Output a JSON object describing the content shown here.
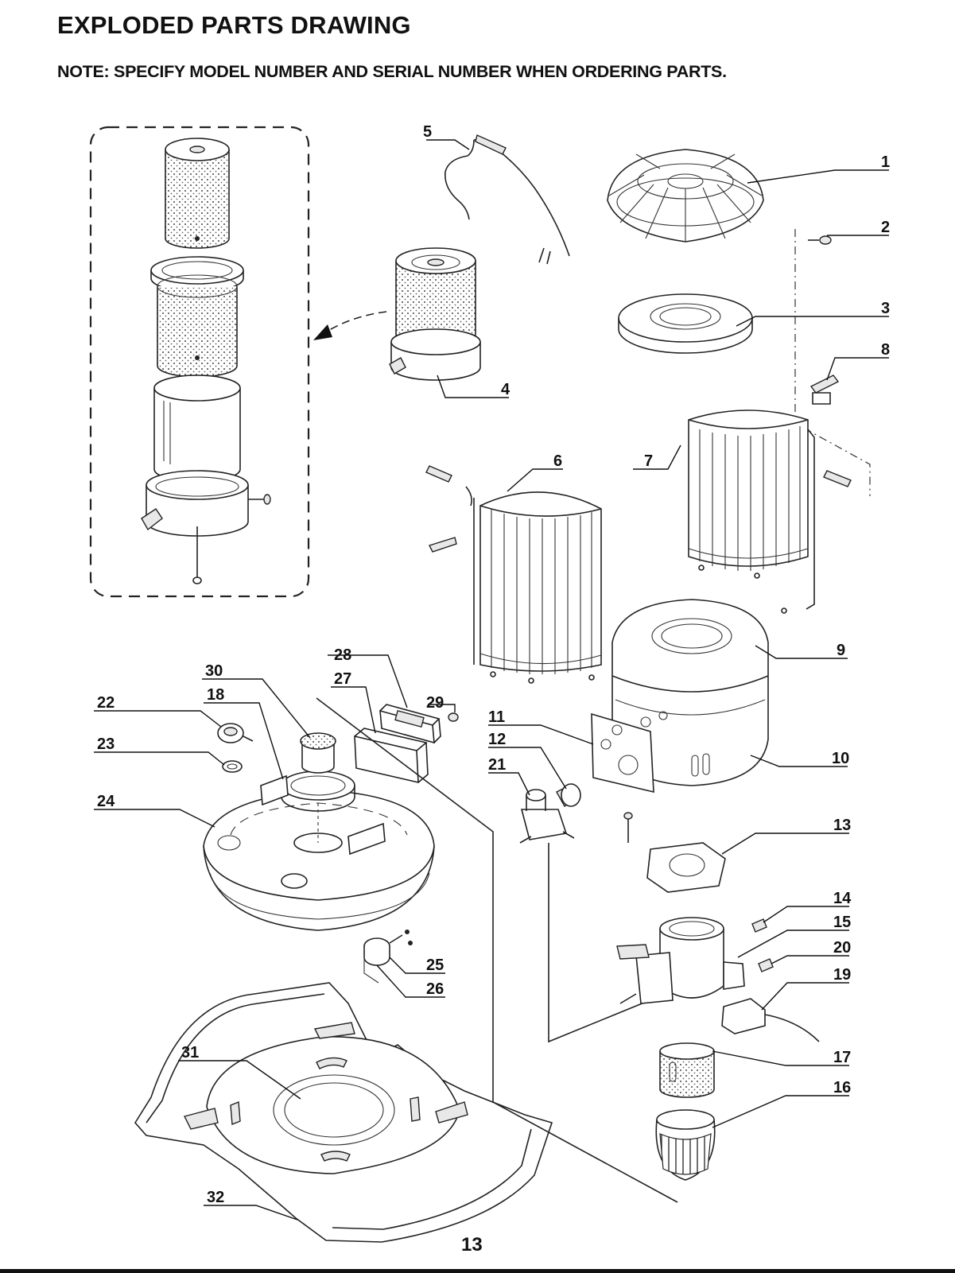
{
  "title": "EXPLODED PARTS DRAWING",
  "note": "NOTE: SPECIFY MODEL NUMBER AND SERIAL NUMBER WHEN ORDERING PARTS.",
  "page_number": "13",
  "callouts": {
    "c1": "1",
    "c2": "2",
    "c3": "3",
    "c4": "4",
    "c5": "5",
    "c6": "6",
    "c7": "7",
    "c8": "8",
    "c9": "9",
    "c10": "10",
    "c11": "11",
    "c12": "12",
    "c13": "13",
    "c14": "14",
    "c15": "15",
    "c16": "16",
    "c17": "17",
    "c18": "18",
    "c19": "19",
    "c20": "20",
    "c21": "21",
    "c22": "22",
    "c23": "23",
    "c24": "24",
    "c25": "25",
    "c26": "26",
    "c27": "27",
    "c28": "28",
    "c29": "29",
    "c30": "30",
    "c31": "31",
    "c32": "32"
  }
}
